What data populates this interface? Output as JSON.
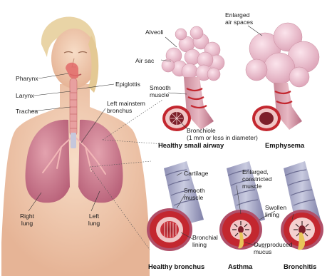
{
  "figure": {
    "subject": "Human respiratory system with airway cross sections",
    "colors": {
      "skin": "#f2cdb4",
      "lung": "#c9798b",
      "airway_wall": "#b0506a",
      "cartilage": "#a5a7c5",
      "muscle_red": "#c3272f",
      "mucus": "#e8c55a",
      "alveoli": "#f2c9d6"
    }
  },
  "labels": {
    "pharynx": "Pharynx",
    "larynx": "Larynx",
    "trachea": "Trachea",
    "epiglottis": "Epiglottis",
    "left_mainstem": "Left mainstem\nbronchus",
    "right_lung": "Right\nlung",
    "left_lung": "Left\nlung",
    "alveoli": "Alveoli",
    "air_sac": "Air sac",
    "smooth_muscle_top": "Smooth\nmuscle",
    "bronchiole": "Bronchiole\n(1 mm or less in diameter)",
    "enlarged_air_spaces": "Enlarged\nair spaces",
    "cartilage": "Cartilage",
    "smooth_muscle_bottom": "Smooth\nmuscle",
    "bronchial_lining": "Bronchial\nlining",
    "enlarged_constricted": "Enlarged,\nconstricted\nmuscle",
    "swollen_lining": "Swollen\nlining",
    "overproduced_mucus": "Overproduced\nmucus"
  },
  "captions": {
    "healthy_small_airway": "Healthy small airway",
    "emphysema": "Emphysema",
    "healthy_bronchus": "Healthy bronchus",
    "asthma": "Asthma",
    "bronchitis": "Bronchitis"
  }
}
